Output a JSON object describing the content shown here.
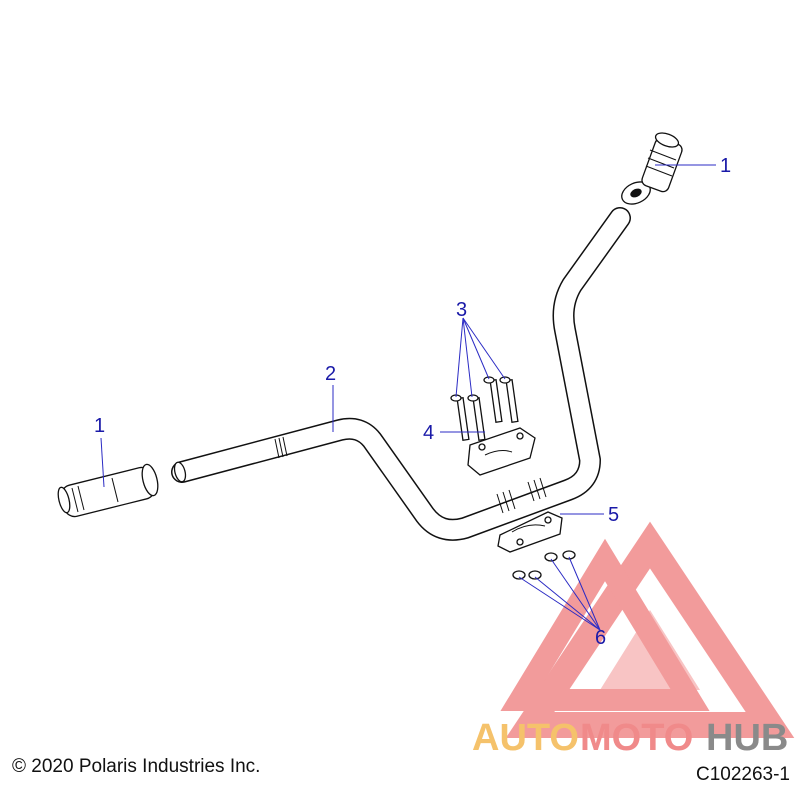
{
  "callouts": {
    "c1_right": "1",
    "c1_left": "1",
    "c2": "2",
    "c3": "3",
    "c4": "4",
    "c5": "5",
    "c6": "6"
  },
  "copyright": "© 2020 Polaris Industries Inc.",
  "diagram_code": "C102263-1",
  "watermark": {
    "part1": "AUTO",
    "part2": "MOTO",
    "part3": "HUB",
    "color_primary": "#f08a8a",
    "color_secondary": "#f5c26b",
    "color_tertiary": "#8a8a8a"
  },
  "colors": {
    "callout_text": "#1a1aa8",
    "leader": "#2b2bc4"
  }
}
